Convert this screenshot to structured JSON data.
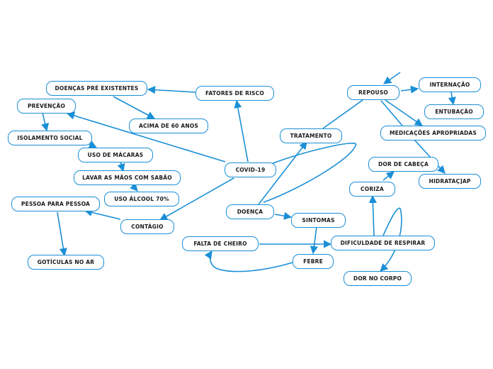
{
  "colors": {
    "edge": "#1a8fd6",
    "node_border": "#1a8fd6",
    "node_fill": "#ffffff",
    "text": "#1c1c1c"
  },
  "nodes": {
    "covid": "COVID-19",
    "fatores_risco": "FATORES DE RISCO",
    "doencas_pre": "DOENÇAS PRÉ EXISTENTES",
    "acima_60": "ACIMA DE 60 ANOS",
    "prevencao": "PREVENÇÃO",
    "isolamento": "ISOLAMENTO SOCIAL",
    "uso_macaras": "USO DE MÁCARAS",
    "lavar_maos": "LAVAR AS MÃOS COM SABÃO",
    "uso_alcool": "USO ÁLCOOL 70%",
    "pessoa_pessoa": "PESSOA PARA PESSOA",
    "contagio": "CONTÁGIO",
    "goticulas": "GOTÍCULAS NO AR",
    "tratamento": "TRATAMENTO",
    "repouso": "REPOUSO",
    "internacao": "INTERNAÇÃO",
    "entubacao": "ENTUBAÇÃO",
    "medicacoes": "MEDICAÇÕES APROPRIADAS",
    "dor_cabeca": "DOR DE CABEÇA",
    "hidratacao": "HIDRATAÇ]AP",
    "coriza": "CORIZA",
    "doenca": "DOENÇA",
    "sintomas": "SINTOMAS",
    "falta_cheiro": "FALTA DE CHEIRO",
    "dificuldade": "DIFICULDADE DE RESPIRAR",
    "febre": "FEBRE",
    "dor_corpo": "DOR NO CORPO"
  }
}
